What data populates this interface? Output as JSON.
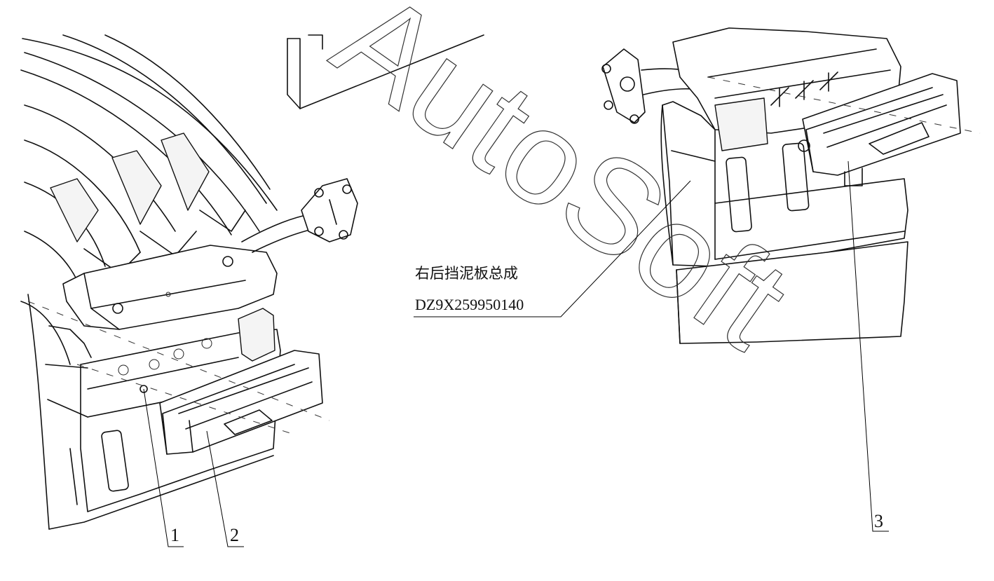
{
  "assembly": {
    "name": "右后挡泥板总成",
    "part_number": "DZ9X259950140"
  },
  "callouts": [
    "1",
    "2",
    "3"
  ],
  "watermark": "AutoSoft"
}
